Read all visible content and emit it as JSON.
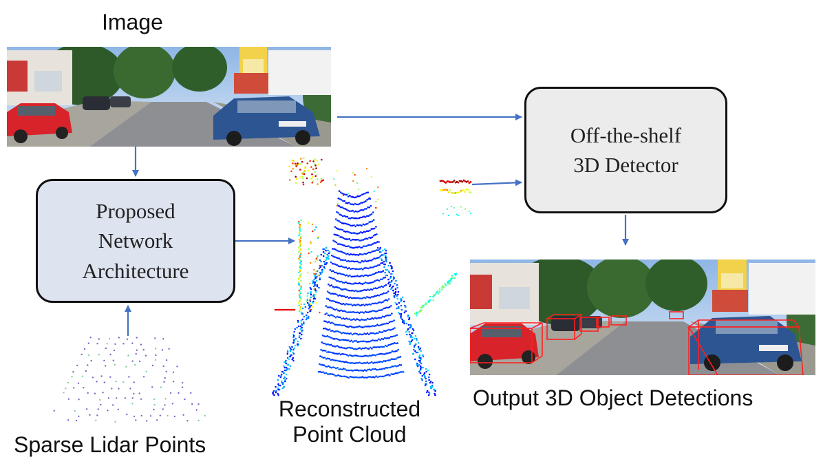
{
  "labels": {
    "image": "Image",
    "sparse_lidar": "Sparse Lidar Points",
    "reconstructed_line1": "Reconstructed",
    "reconstructed_line2": "Point Cloud",
    "output": "Output 3D Object Detections"
  },
  "boxes": {
    "proposed": {
      "line1": "Proposed",
      "line2": "Network",
      "line3": "Architecture"
    },
    "detector": {
      "line1": "Off-the-shelf",
      "line2": "3D Detector"
    }
  },
  "colors": {
    "arrow": "#4472c4",
    "proposed_fill": "#dde3ef",
    "detector_fill": "#ececec",
    "bbox": "#ff2020"
  }
}
